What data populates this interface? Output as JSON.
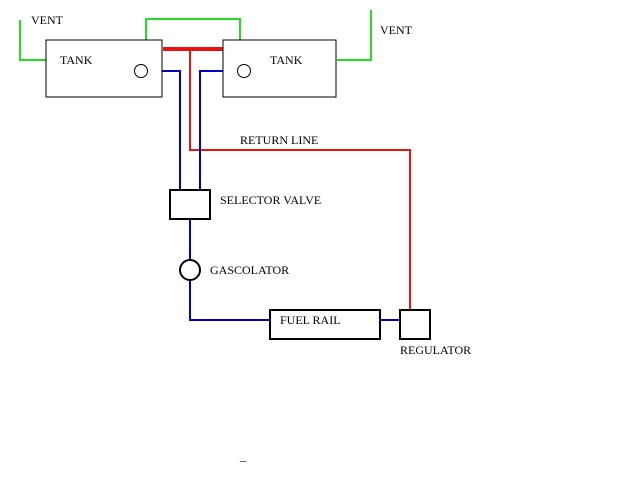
{
  "labels": {
    "vent_left": "VENT",
    "vent_right": "VENT",
    "tank_left": "TANK",
    "tank_right": "TANK",
    "return_line": "RETURN LINE",
    "selector_valve": "SELECTOR VALVE",
    "gascolator": "GASCOLATOR",
    "fuel_rail": "FUEL RAIL",
    "regulator": "REGULATOR",
    "stray_mark": "_"
  },
  "colors": {
    "vent_line": "#22dd22",
    "supply_line": "#0000cc",
    "return_line": "#ee1111",
    "outline": "#000000"
  }
}
